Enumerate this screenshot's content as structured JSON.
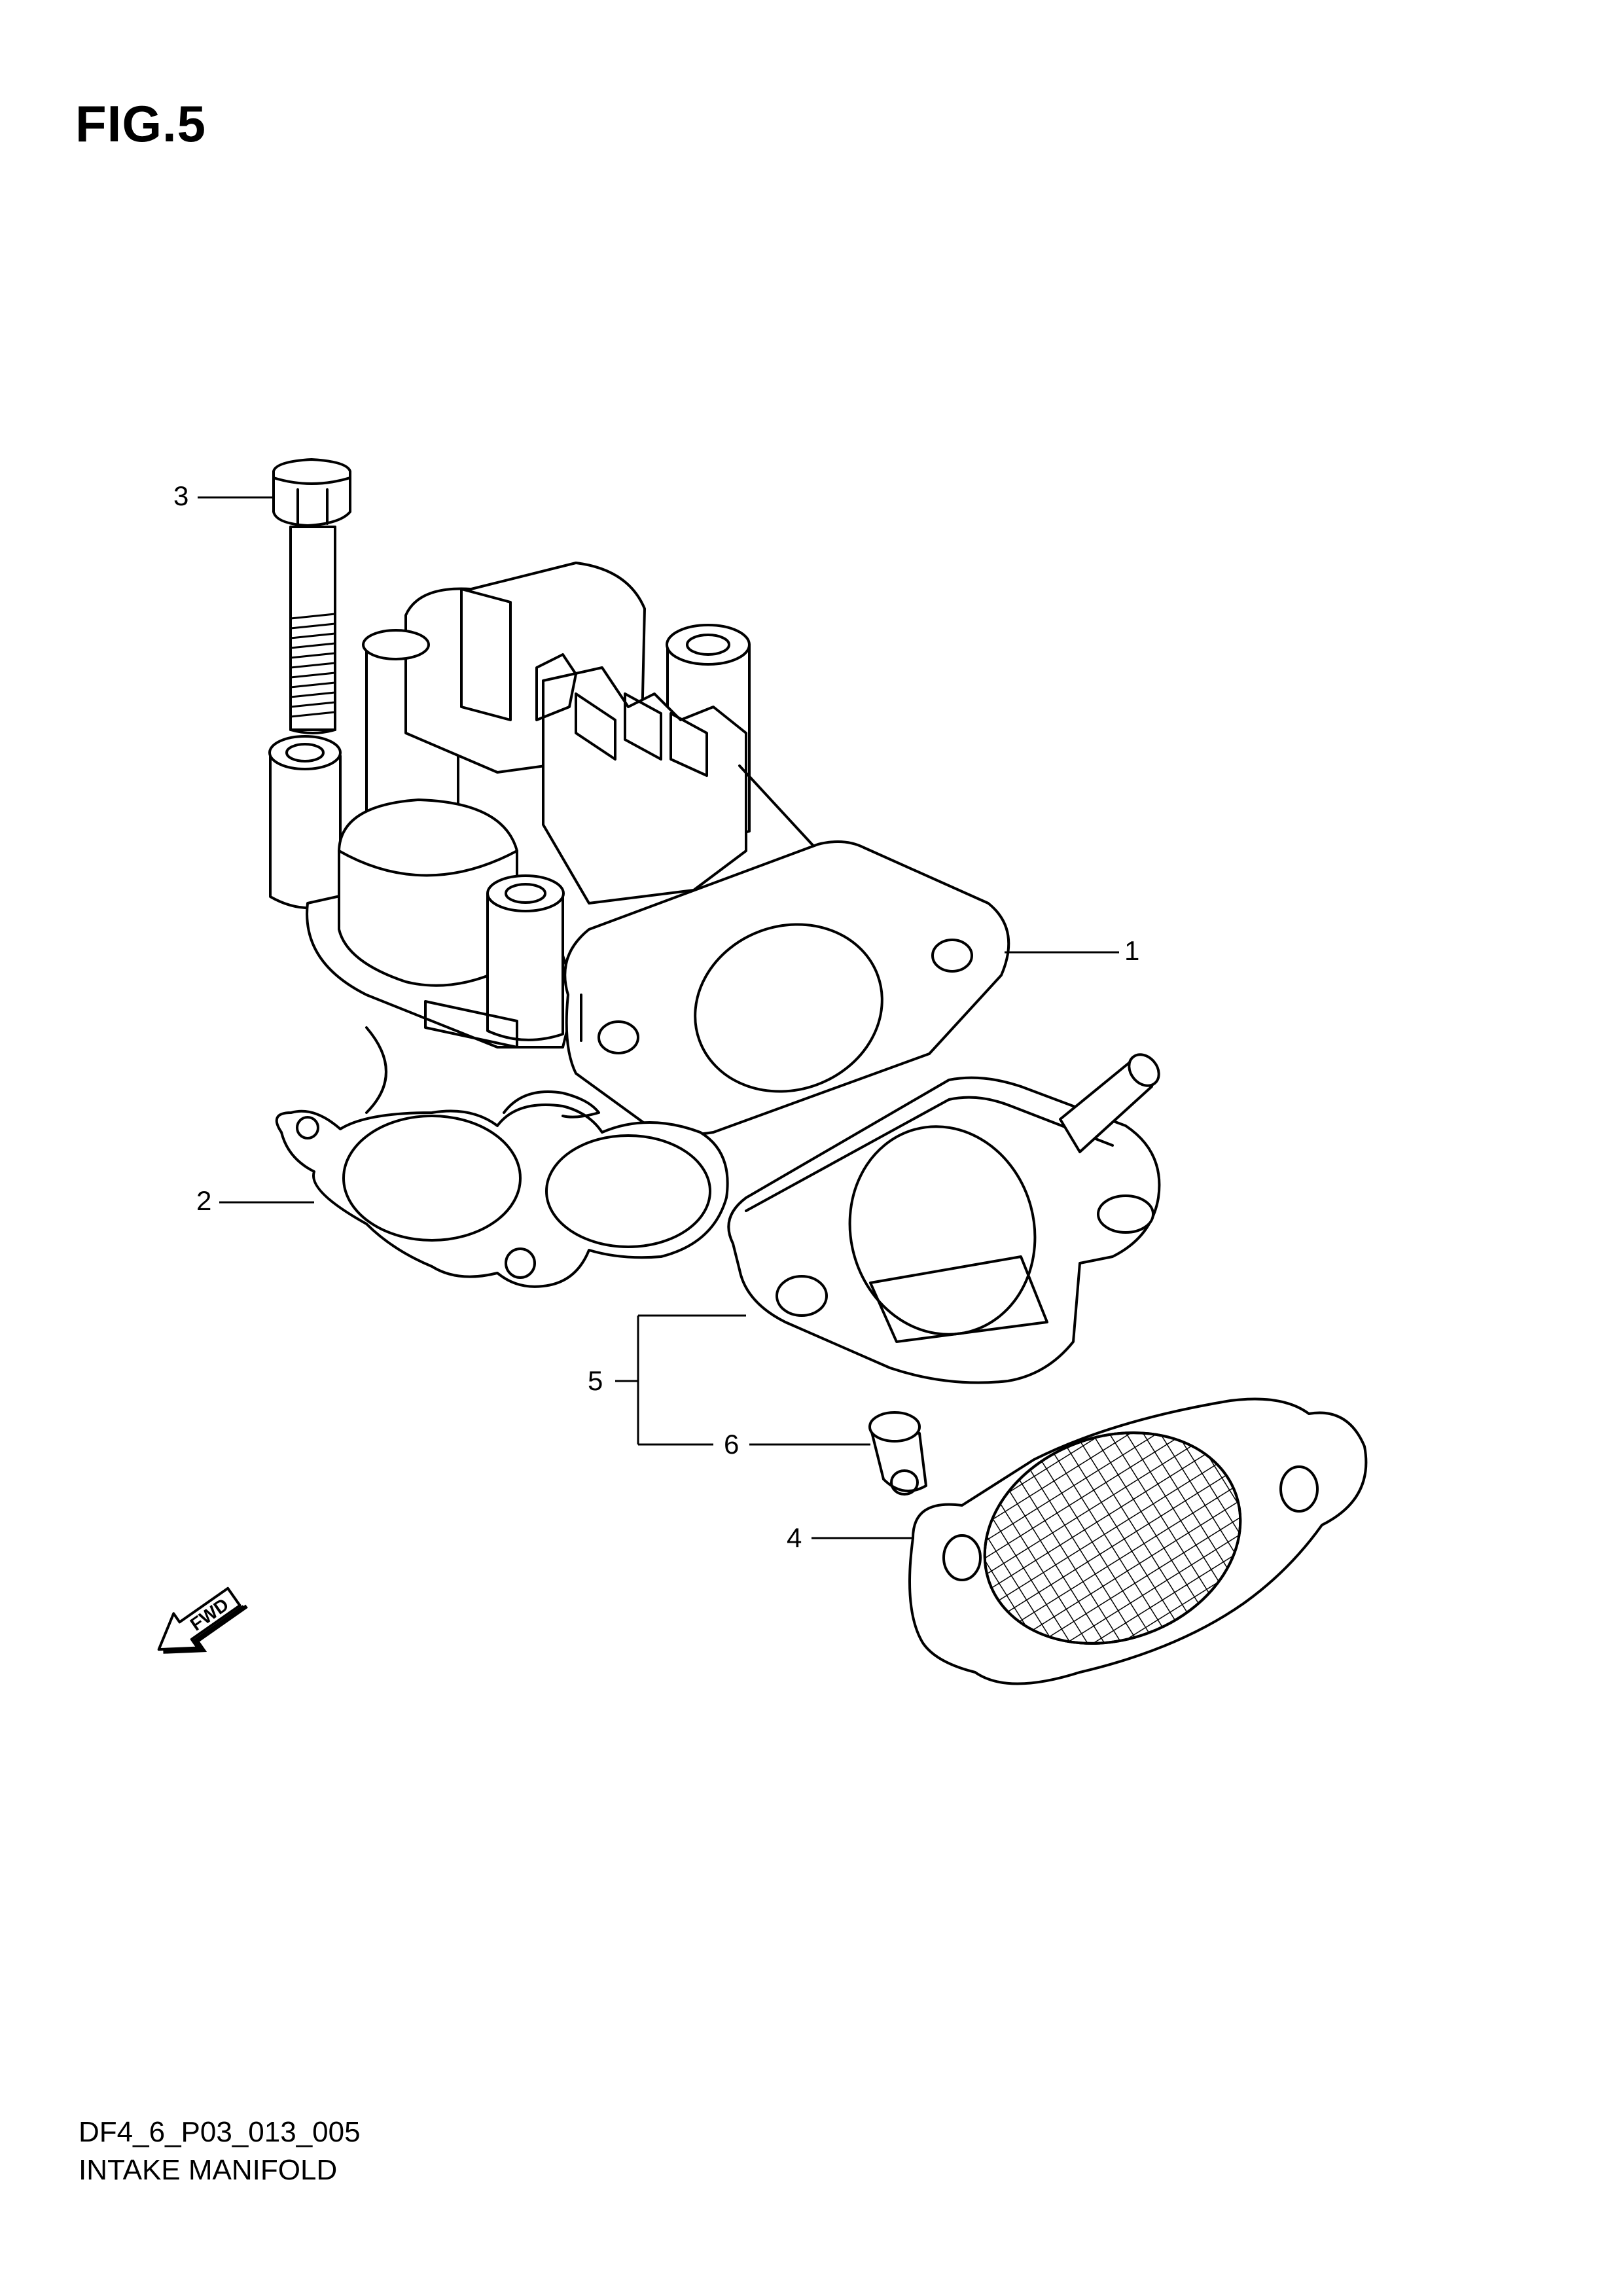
{
  "figure": {
    "title": "FIG.5"
  },
  "footer": {
    "diagram_code": "DF4_6_P03_013_005",
    "diagram_name": "INTAKE MANIFOLD"
  },
  "callouts": [
    {
      "number": "1",
      "part": "manifold-body"
    },
    {
      "number": "2",
      "part": "manifold-gasket"
    },
    {
      "number": "3",
      "part": "bolt"
    },
    {
      "number": "4",
      "part": "screen-gasket"
    },
    {
      "number": "5",
      "part": "adapter"
    },
    {
      "number": "6",
      "part": "dowel-pin"
    }
  ],
  "fwd_indicator": {
    "label": "FWD"
  }
}
